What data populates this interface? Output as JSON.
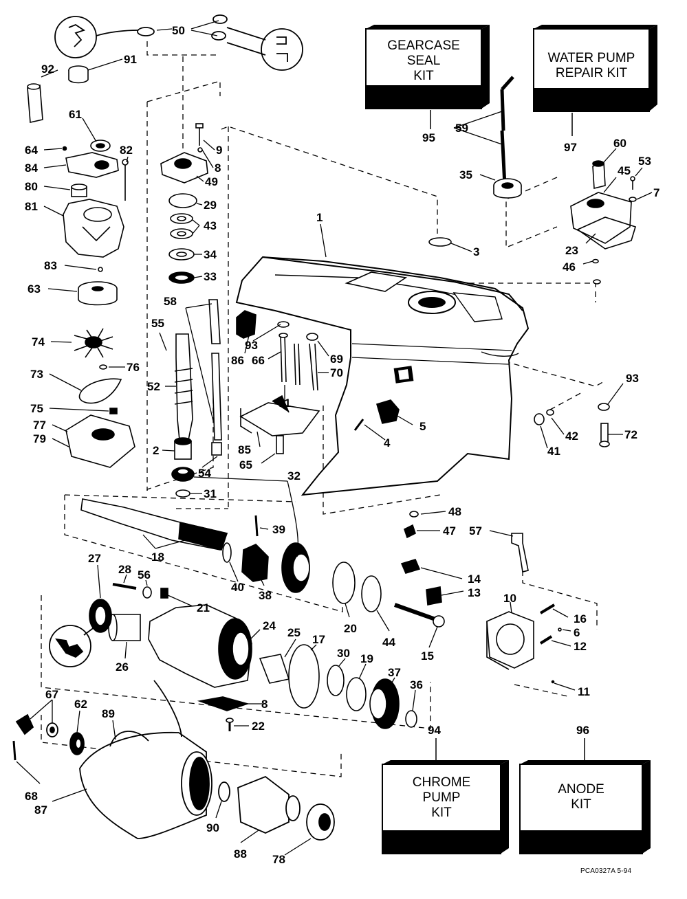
{
  "kits": {
    "gearcase_seal": {
      "title": "GEARCASE\nSEAL\nKIT",
      "part": "95"
    },
    "water_pump_repair": {
      "title": "WATER PUMP\nREPAIR KIT",
      "part": "97"
    },
    "chrome_pump": {
      "title": "CHROME\nPUMP\nKIT",
      "part": "94"
    },
    "anode": {
      "title": "ANODE\nKIT",
      "part": "96"
    }
  },
  "drawing_code": "PCA0327A   5-94",
  "callouts": [
    {
      "id": "50"
    },
    {
      "id": "91"
    },
    {
      "id": "92"
    },
    {
      "id": "61"
    },
    {
      "id": "64"
    },
    {
      "id": "82"
    },
    {
      "id": "84"
    },
    {
      "id": "80"
    },
    {
      "id": "81"
    },
    {
      "id": "83"
    },
    {
      "id": "63"
    },
    {
      "id": "74"
    },
    {
      "id": "76"
    },
    {
      "id": "73"
    },
    {
      "id": "75"
    },
    {
      "id": "77"
    },
    {
      "id": "79"
    },
    {
      "id": "9"
    },
    {
      "id": "8"
    },
    {
      "id": "49"
    },
    {
      "id": "29"
    },
    {
      "id": "43"
    },
    {
      "id": "34"
    },
    {
      "id": "33"
    },
    {
      "id": "58"
    },
    {
      "id": "55"
    },
    {
      "id": "52"
    },
    {
      "id": "2"
    },
    {
      "id": "54"
    },
    {
      "id": "31"
    },
    {
      "id": "32"
    },
    {
      "id": "59"
    },
    {
      "id": "35"
    },
    {
      "id": "60"
    },
    {
      "id": "53"
    },
    {
      "id": "45"
    },
    {
      "id": "7"
    },
    {
      "id": "23"
    },
    {
      "id": "46"
    },
    {
      "id": "1"
    },
    {
      "id": "3"
    },
    {
      "id": "93"
    },
    {
      "id": "86"
    },
    {
      "id": "66"
    },
    {
      "id": "69"
    },
    {
      "id": "70"
    },
    {
      "id": "71"
    },
    {
      "id": "85"
    },
    {
      "id": "65"
    },
    {
      "id": "5"
    },
    {
      "id": "4"
    },
    {
      "id": "42"
    },
    {
      "id": "41"
    },
    {
      "id": "72"
    },
    {
      "id": "93"
    },
    {
      "id": "48"
    },
    {
      "id": "47"
    },
    {
      "id": "57"
    },
    {
      "id": "39"
    },
    {
      "id": "18"
    },
    {
      "id": "40"
    },
    {
      "id": "38"
    },
    {
      "id": "27"
    },
    {
      "id": "28"
    },
    {
      "id": "56"
    },
    {
      "id": "21"
    },
    {
      "id": "14"
    },
    {
      "id": "13"
    },
    {
      "id": "10"
    },
    {
      "id": "16"
    },
    {
      "id": "6"
    },
    {
      "id": "12"
    },
    {
      "id": "11"
    },
    {
      "id": "24"
    },
    {
      "id": "25"
    },
    {
      "id": "17"
    },
    {
      "id": "20"
    },
    {
      "id": "44"
    },
    {
      "id": "15"
    },
    {
      "id": "26"
    },
    {
      "id": "30"
    },
    {
      "id": "19"
    },
    {
      "id": "37"
    },
    {
      "id": "36"
    },
    {
      "id": "8"
    },
    {
      "id": "22"
    },
    {
      "id": "67"
    },
    {
      "id": "62"
    },
    {
      "id": "89"
    },
    {
      "id": "68"
    },
    {
      "id": "87"
    },
    {
      "id": "90"
    },
    {
      "id": "88"
    },
    {
      "id": "78"
    }
  ]
}
